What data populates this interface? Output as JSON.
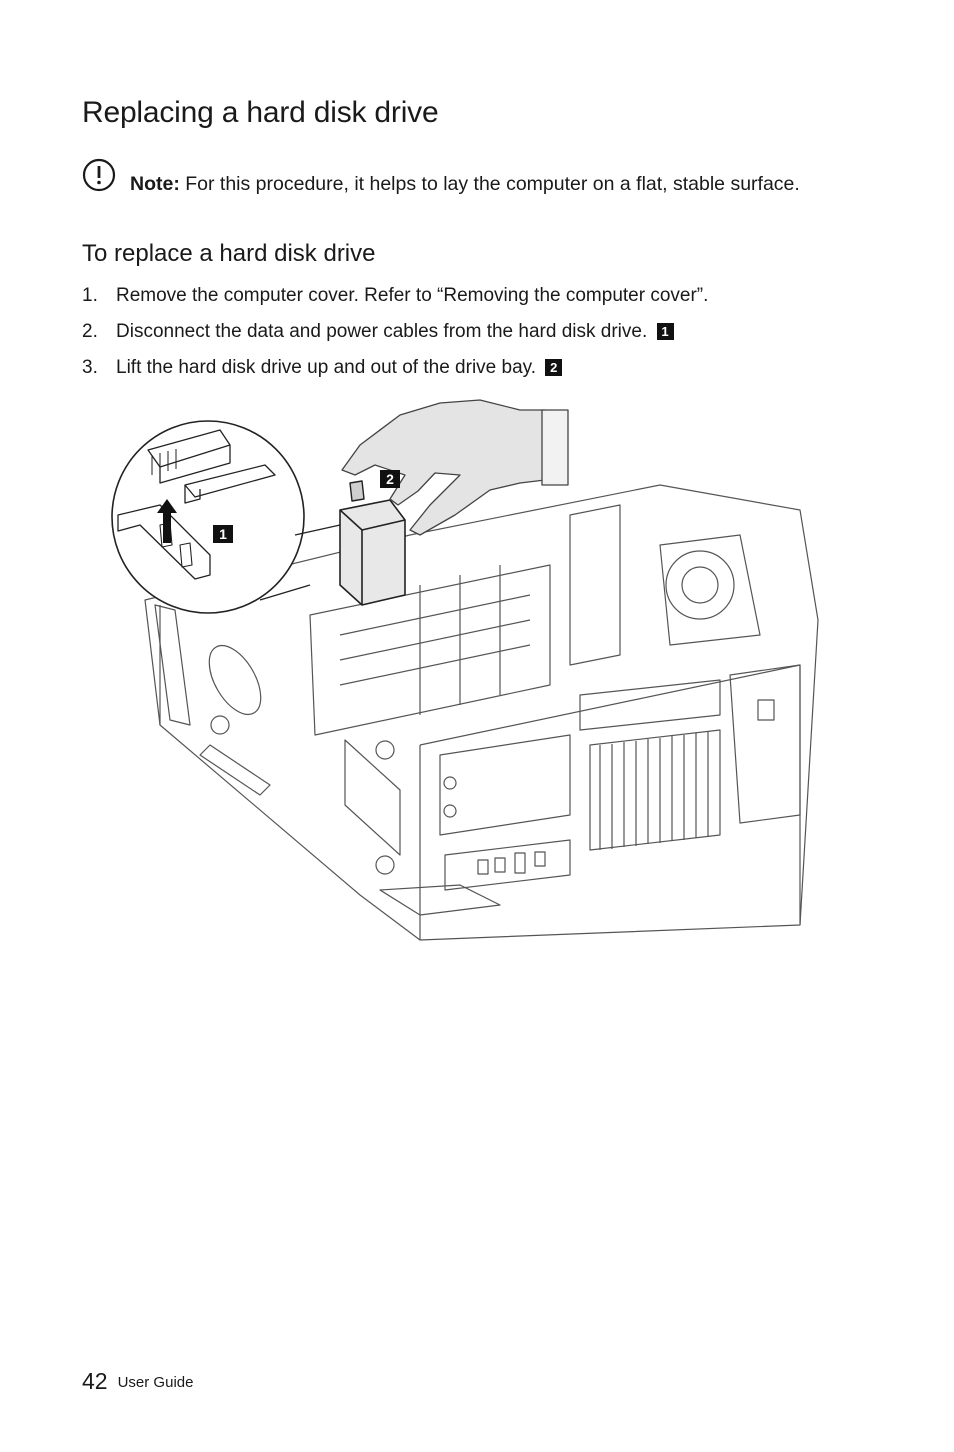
{
  "page": {
    "title": "Replacing a hard disk drive",
    "note": {
      "label": "Note:",
      "text": " For this procedure, it helps to lay the computer on a flat, stable surface."
    },
    "section_title": "To replace a hard disk drive",
    "steps": [
      {
        "num": "1.",
        "text": "Remove the computer cover. Refer to “Removing the computer cover”.",
        "callout": ""
      },
      {
        "num": "2.",
        "text": "Disconnect the data and power cables from the hard disk drive. ",
        "callout": "1"
      },
      {
        "num": "3.",
        "text": "Lift the hard disk drive up and out of the drive bay. ",
        "callout": "2"
      }
    ],
    "figure": {
      "callout_1": "1",
      "callout_2": "2"
    },
    "footer": {
      "page_number": "42",
      "label": "User Guide"
    }
  }
}
